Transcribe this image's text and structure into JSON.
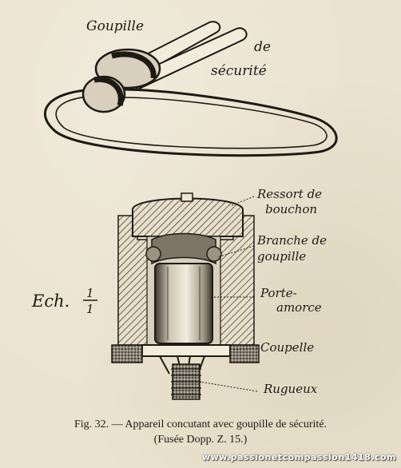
{
  "labels": {
    "goupille": "Goupille",
    "de": "de",
    "securite": "sécurité",
    "ressort_1": "Ressort de",
    "ressort_2": "bouchon",
    "branche_1": "Branche de",
    "branche_2": "goupille",
    "porte_1": "Porte-",
    "porte_2": "amorce",
    "coupelle": "Coupelle",
    "rugueux": "Rugueux",
    "scale_prefix": "Ech.",
    "scale_num": "1",
    "scale_den": "1"
  },
  "caption": {
    "line1": "Fig. 32. — Appareil concutant avec goupille de sécurité.",
    "line2": "(Fusée Dopp. Z. 15.)"
  },
  "watermark": "www.passionetcompassion1418.com"
}
